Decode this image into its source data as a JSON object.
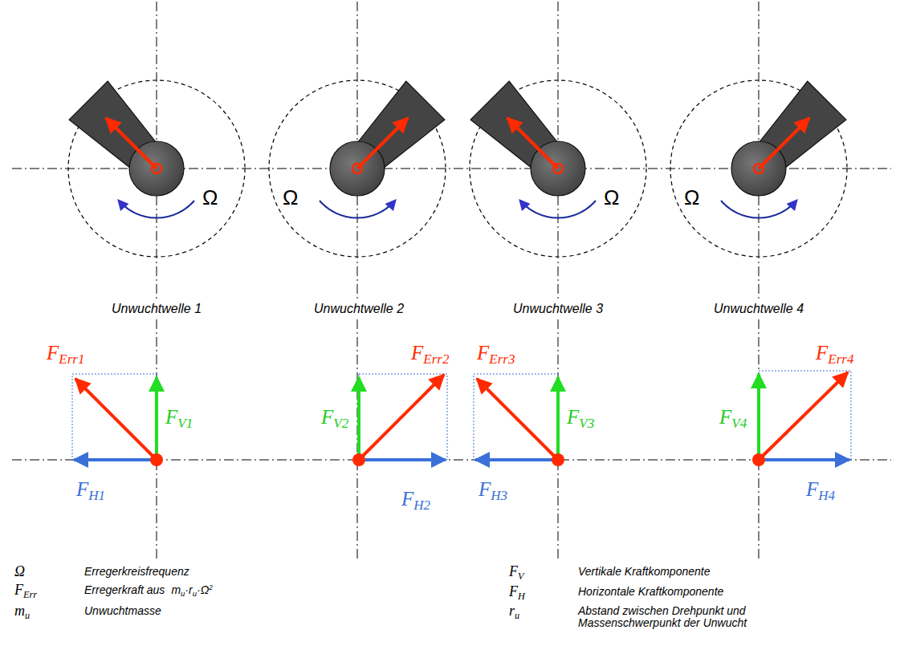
{
  "diagram": {
    "labels": [
      "Ω",
      "Ω",
      "Ω",
      "Ω",
      "Unwuchtwelle 1",
      "Unwuchtwelle 2",
      "Unwuchtwelle 3",
      "Unwuchtwelle 4",
      "F",
      "Err1",
      "F",
      "Err2",
      "F",
      "Err3",
      "F",
      "Err4",
      "F",
      "V1",
      "F",
      "V2",
      "F",
      "V3",
      "F",
      "V4",
      "F",
      "H1",
      "F",
      "H2",
      "F",
      "H3",
      "F",
      "H4",
      "Ω",
      "Erregerkreisfrequenz",
      "F",
      "Err",
      "Erregerkraft aus",
      "m",
      "u",
      "·r",
      "u",
      "·Ω",
      "2",
      "m",
      "u",
      "Unwuchtmasse",
      "F",
      "V",
      "Vertikale Kraftkomponente",
      "F",
      "H",
      "Horizontale Kraftkomponente",
      "r",
      "u",
      "Abstand zwischen Drehpunkt und Massenschwerpunkt der Unwucht"
    ]
  }
}
